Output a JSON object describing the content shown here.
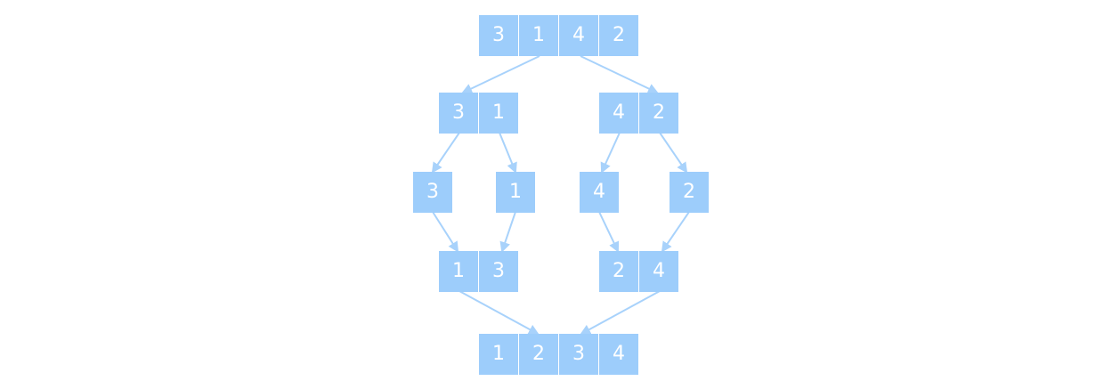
{
  "diagram": {
    "colors": {
      "cell_fill": "#9dcdfb",
      "cell_text": "#ffffff",
      "arrow": "#a8d2fb"
    },
    "levels": [
      {
        "id": "root",
        "arrays": [
          [
            "3",
            "1",
            "4",
            "2"
          ]
        ]
      },
      {
        "id": "split-1",
        "arrays": [
          [
            "3",
            "1"
          ],
          [
            "4",
            "2"
          ]
        ]
      },
      {
        "id": "split-2",
        "arrays": [
          [
            "3"
          ],
          [
            "1"
          ],
          [
            "4"
          ],
          [
            "2"
          ]
        ]
      },
      {
        "id": "merge-1",
        "arrays": [
          [
            "1",
            "3"
          ],
          [
            "2",
            "4"
          ]
        ]
      },
      {
        "id": "merge-2",
        "arrays": [
          [
            "1",
            "2",
            "3",
            "4"
          ]
        ]
      }
    ]
  }
}
